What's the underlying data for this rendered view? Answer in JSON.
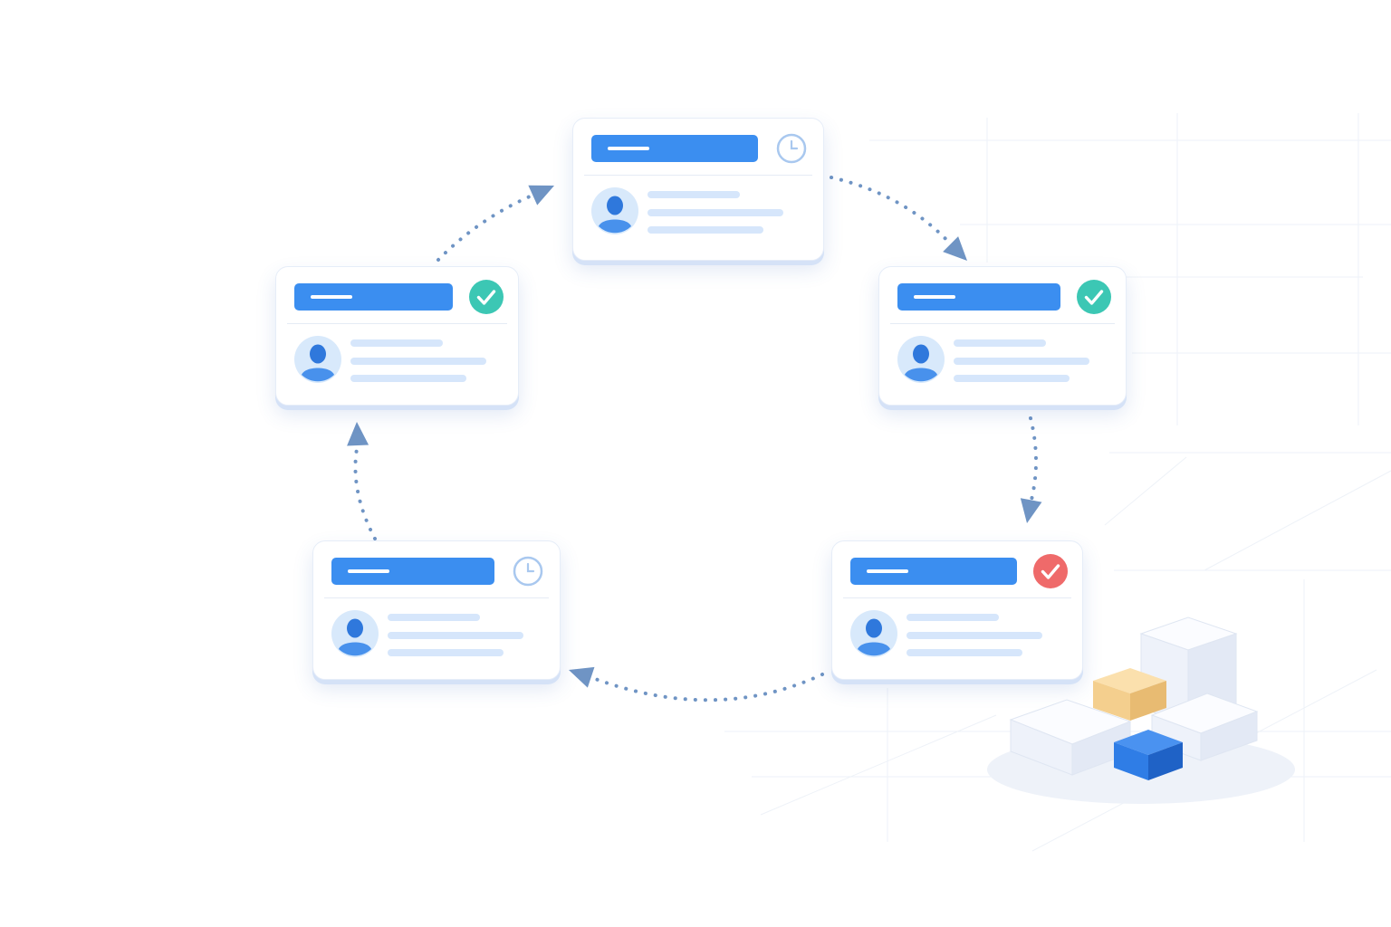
{
  "diagram": {
    "type": "cycle",
    "flow_direction": "clockwise",
    "cards": [
      {
        "id": "top",
        "status": "pending",
        "status_icon": "clock-icon"
      },
      {
        "id": "right",
        "status": "approved",
        "status_icon": "check-icon"
      },
      {
        "id": "bottom-right",
        "status": "rejected",
        "status_icon": "check-icon"
      },
      {
        "id": "bottom-left",
        "status": "pending",
        "status_icon": "clock-icon"
      },
      {
        "id": "left",
        "status": "approved",
        "status_icon": "check-icon"
      }
    ]
  },
  "colors": {
    "header_bar": "#3b8ef0",
    "approved": "#3cc7b4",
    "rejected": "#ef6a6a",
    "pending": "#a9c8ef",
    "arrow": "#6f94c4",
    "placeholder_line": "#d6e6fb",
    "avatar_bg": "#d8e9fb",
    "avatar_fg": "#2f78dc",
    "accent_block_blue": "#2f7de6",
    "accent_block_orange": "#f4cf8e"
  }
}
